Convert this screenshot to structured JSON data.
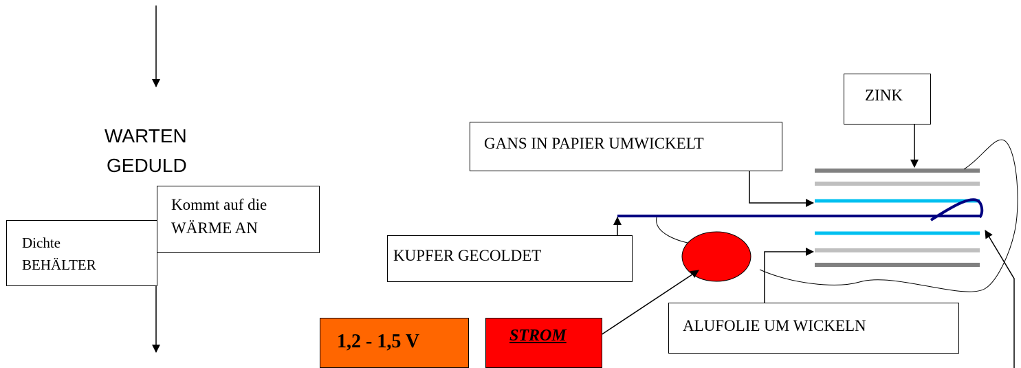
{
  "left_flow": {
    "warten": "WARTEN",
    "geduld": "GEDULD",
    "dichte_line1": "Dichte",
    "dichte_line2": "BEHÄLTER",
    "kommt_line1": "Kommt auf die",
    "kommt_line2": "WÄRME  AN"
  },
  "battery": {
    "zink": "ZINK",
    "gans": "GANS IN PAPIER UMWICKELT",
    "kupfer": "KUPFER GECOLDET",
    "alufolie": "ALUFOLIE UM WICKELN",
    "voltage": "1,2 -  1,5 V",
    "strom": "STROM"
  },
  "colors": {
    "zinc_layer": "#808080",
    "paper_layer": "#bfbfbf",
    "foil_layer": "#00c0f0",
    "copper_wire": "#000080",
    "bulb": "#ff0000",
    "voltage_box": "#ff6600",
    "strom_box": "#ff0000"
  }
}
